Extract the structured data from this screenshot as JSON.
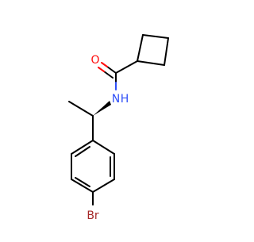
{
  "molecule": {
    "atom_labels": {
      "oxygen": "O",
      "nitrogen": "N",
      "hydrogen": "H",
      "bromine": "Br"
    },
    "colors": {
      "bond": "#000000",
      "oxygen": "#ff0d0d",
      "nitrogen": "#3050f8",
      "bromine": "#a62929",
      "background": "#ffffff"
    }
  }
}
